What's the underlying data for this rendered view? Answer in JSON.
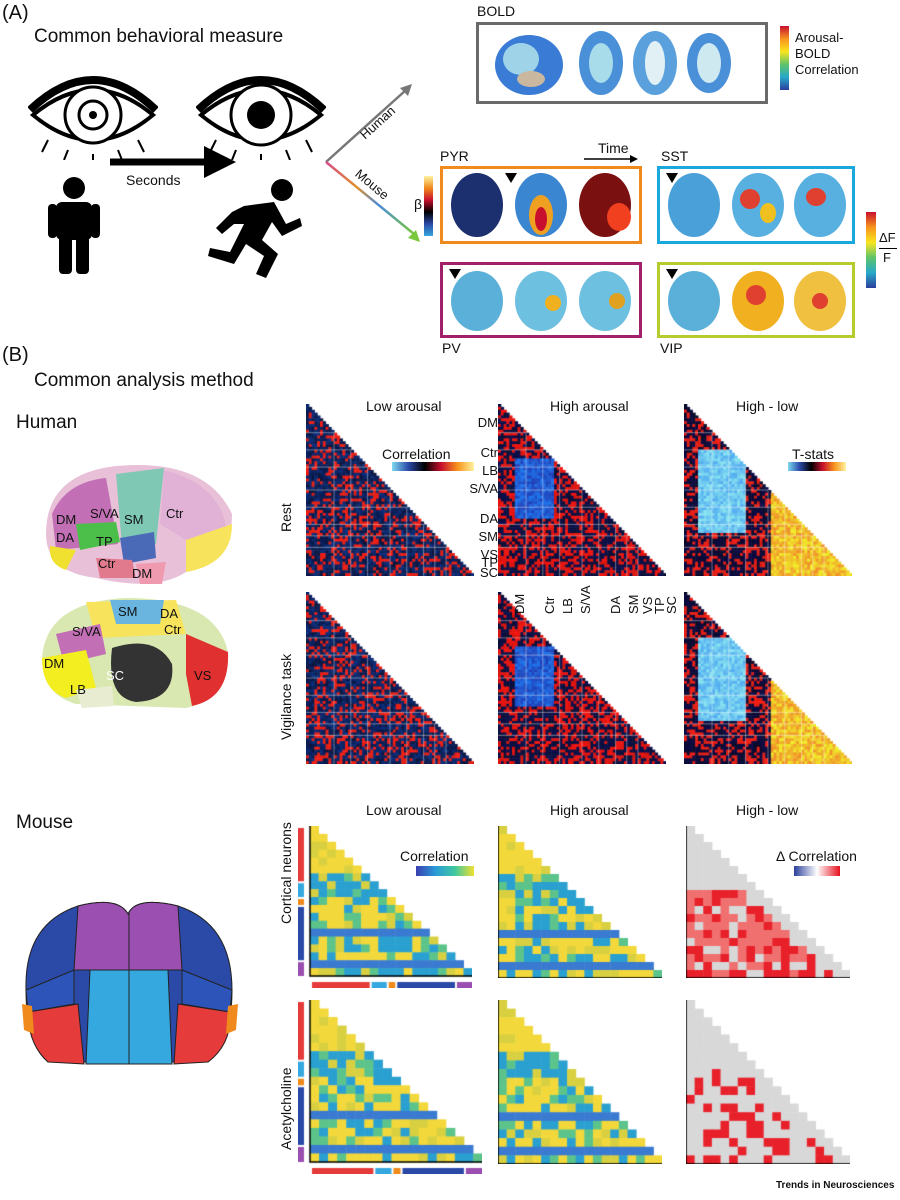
{
  "panel_a": {
    "tag": "(A)",
    "title": "Common behavioral measure",
    "seconds": "Seconds",
    "human": "Human",
    "mouse": "Mouse",
    "bold": "BOLD",
    "bold_cbar": [
      "Arousal-",
      "BOLD",
      "Correlation"
    ],
    "pyr": "PYR",
    "time": "Time",
    "sst": "SST",
    "pv": "PV",
    "vip": "VIP",
    "beta": "β",
    "df": "ΔF",
    "f": "F"
  },
  "panel_b": {
    "tag": "(B)",
    "title": "Common analysis method",
    "human": "Human",
    "mouse": "Mouse",
    "cols": [
      "Low arousal",
      "High arousal",
      "High - low"
    ],
    "rows_human": [
      "Rest",
      "Vigilance task"
    ],
    "rows_mouse": [
      "Cortical neurons",
      "Acetylcholine"
    ],
    "correlation": "Correlation",
    "tstats": "T-stats",
    "delta_corr": "Δ Correlation",
    "network_labels": [
      "DM",
      "Ctr",
      "LB",
      "S/VA",
      "DA",
      "SM",
      "VS",
      "TP",
      "SC"
    ],
    "brain_top_labels": [
      "DM",
      "S/VA",
      "SM",
      "Ctr",
      "DA",
      "TP",
      "Ctr",
      "DM"
    ],
    "brain_bottom_labels": [
      "SM",
      "DA",
      "S/VA",
      "Ctr",
      "DM",
      "SC",
      "LB",
      "VS"
    ]
  },
  "footer": "Trends in Neurosciences",
  "colors": {
    "orange": "#f08a1c",
    "blue_box": "#1aa8dc",
    "magenta": "#a0206a",
    "green_box": "#b6cc2e",
    "gray_box": "#6a6a6a",
    "mod_red": "#e63b3b",
    "mod_cyan": "#36a8e0",
    "mod_orange": "#f08a1c",
    "mod_blue": "#2b4aa8",
    "mod_purple": "#9b4fb0"
  }
}
